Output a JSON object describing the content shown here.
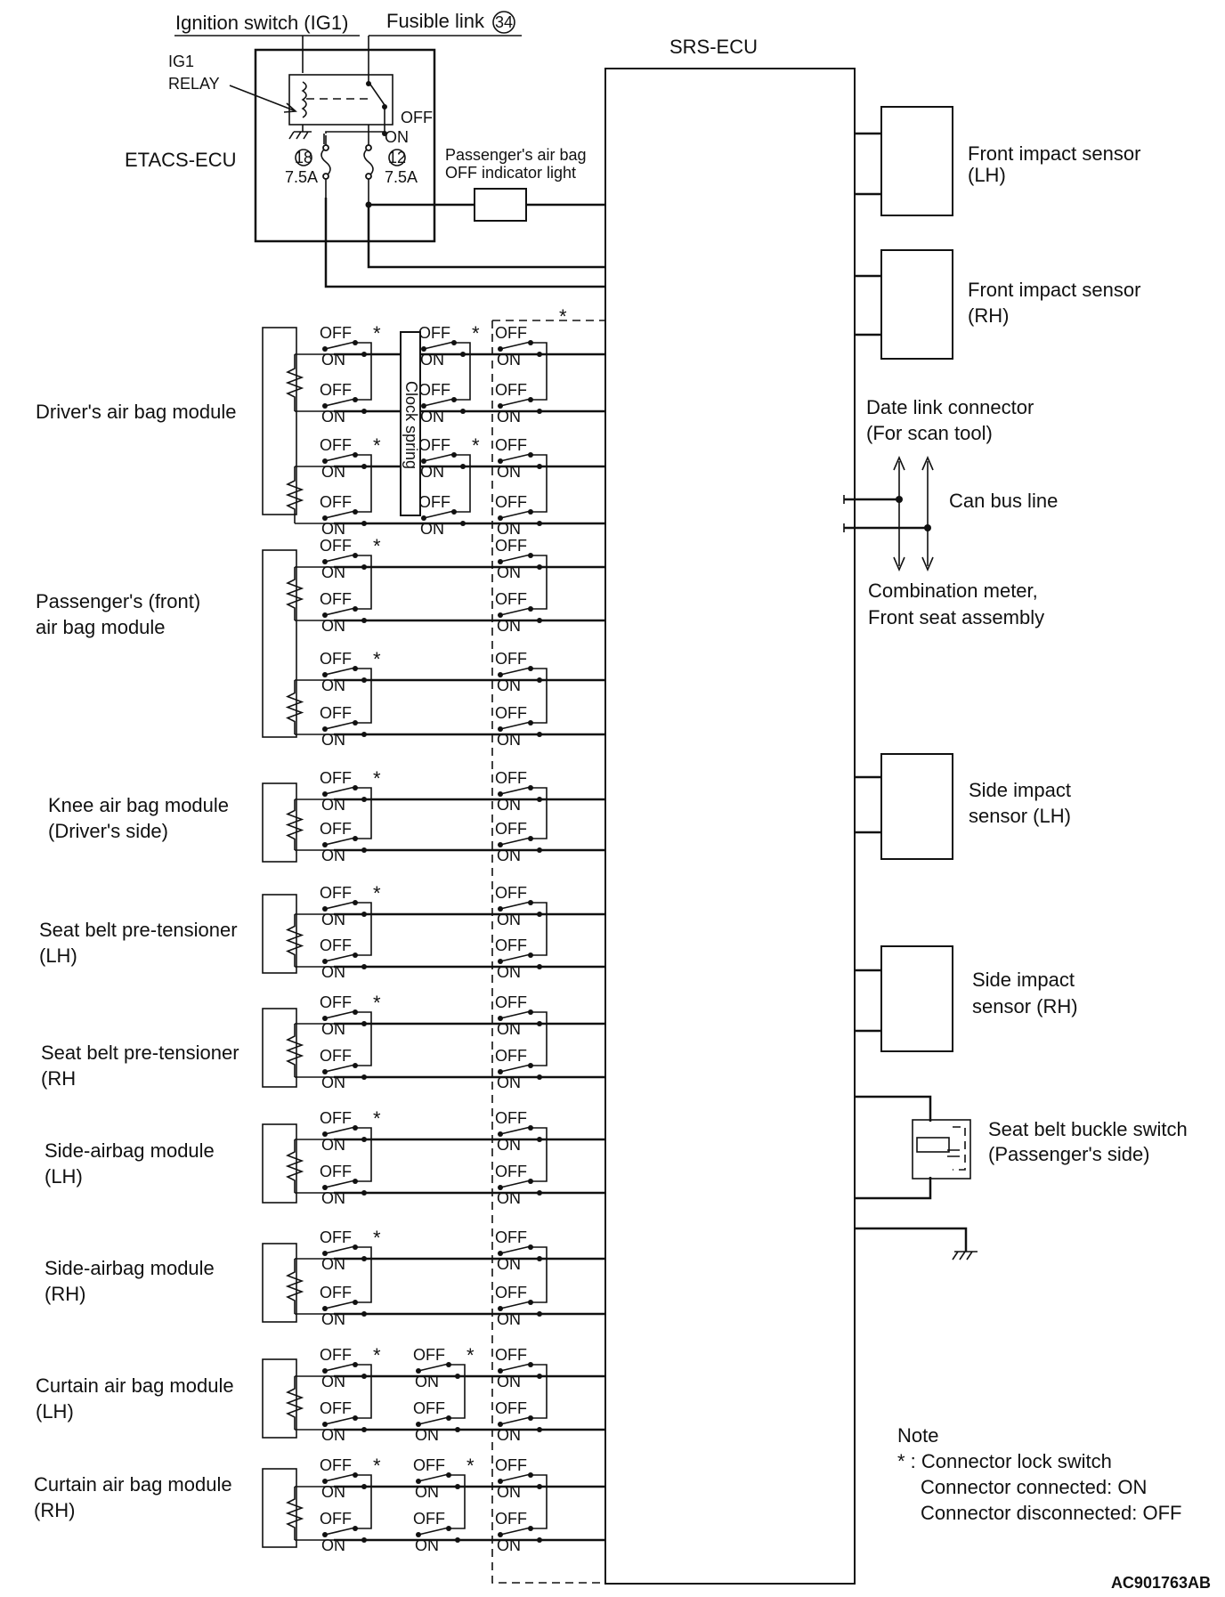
{
  "power": {
    "ignition_switch": "Ignition switch (IG1)",
    "fusible_link": "Fusible link",
    "fusible_link_no": "34",
    "ig1_relay_line1": "IG1",
    "ig1_relay_line2": "RELAY",
    "etacs": "ETACS-ECU",
    "relay_off": "OFF",
    "relay_on": "ON",
    "fuse18_no": "18",
    "fuse18_rating": "7.5A",
    "fuse12_no": "12",
    "fuse12_rating": "7.5A",
    "indicator_line1": "Passenger's air bag",
    "indicator_line2": "OFF indicator light"
  },
  "ecu": {
    "title": "SRS-ECU"
  },
  "modules": [
    {
      "line1": "Driver's air bag module",
      "line2": ""
    },
    {
      "line1": "Passenger's (front)",
      "line2": "air bag module"
    },
    {
      "line1": "Knee air bag module",
      "line2": "(Driver's side)"
    },
    {
      "line1": "Seat belt pre-tensioner",
      "line2": "(LH)"
    },
    {
      "line1": "Seat belt pre-tensioner",
      "line2": "(RH"
    },
    {
      "line1": "Side-airbag module",
      "line2": "(LH)"
    },
    {
      "line1": "Side-airbag module",
      "line2": "(RH)"
    },
    {
      "line1": "Curtain air bag module",
      "line2": "(LH)"
    },
    {
      "line1": "Curtain air bag module",
      "line2": "(RH)"
    }
  ],
  "clock_spring": "Clock spring",
  "switch_labels": {
    "off": "OFF",
    "on": "ON",
    "star": "*"
  },
  "sensors": {
    "front_lh_1": "Front impact sensor",
    "front_lh_2": "(LH)",
    "front_rh_1": "Front impact sensor",
    "front_rh_2": "(RH)",
    "side_lh_1": "Side impact",
    "side_lh_2": "sensor (LH)",
    "side_rh_1": "Side impact",
    "side_rh_2": "sensor (RH)"
  },
  "data_link": {
    "line1": "Date link connector",
    "line2": "(For scan tool)",
    "can_bus": "Can bus line",
    "combo1": "Combination meter,",
    "combo2": "Front seat assembly"
  },
  "buckle": {
    "line1": "Seat belt buckle switch",
    "line2": "(Passenger's side)"
  },
  "note": {
    "title": "Note",
    "line1": "* : Connector lock switch",
    "line2": "Connector connected: ON",
    "line3": "Connector disconnected: OFF"
  },
  "figure_code": "AC901763AB"
}
